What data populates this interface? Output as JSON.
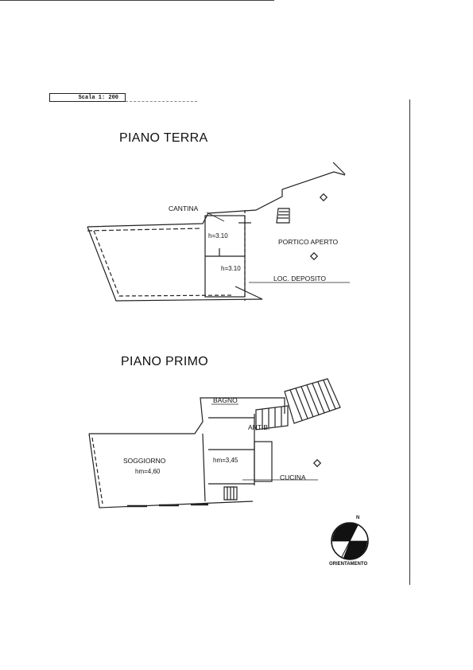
{
  "scale": {
    "label": "Scala 1: 200"
  },
  "piano_terra": {
    "title": "PIANO TERRA",
    "labels": {
      "cantina": "CANTINA",
      "h1": "h=3.10",
      "h2": "h=3.10",
      "portico": "PORTICO APERTO",
      "deposito": "LOC. DEPOSITO"
    }
  },
  "piano_primo": {
    "title": "PIANO PRIMO",
    "labels": {
      "bagno": "BAGNO",
      "antib": "ANTIB.",
      "soggiorno": "SOGGIORNO",
      "soggiorno_h": "hm=4,60",
      "hm345": "hm=3,45",
      "cucina": "CUCINA"
    }
  },
  "compass": {
    "north": "N",
    "caption": "ORIENTAMENTO"
  }
}
